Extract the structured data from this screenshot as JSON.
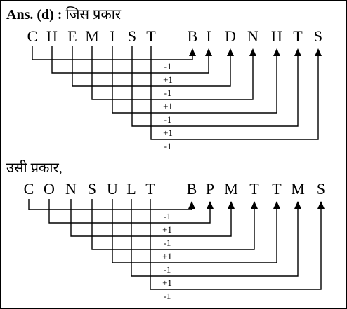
{
  "header1": {
    "prefix": "Ans. (d) :",
    "text": "जिस प्रकार"
  },
  "header2": {
    "text": "उसी प्रकार,"
  },
  "examples": [
    {
      "source": [
        "C",
        "H",
        "E",
        "M",
        "I",
        "S",
        "T"
      ],
      "result": [
        "B",
        "I",
        "D",
        "N",
        "H",
        "T",
        "S"
      ],
      "ops": [
        "-1",
        "+1",
        "-1",
        "+1",
        "-1",
        "+1",
        "-1"
      ]
    },
    {
      "source": [
        "C",
        "O",
        "N",
        "S",
        "U",
        "L",
        "T"
      ],
      "result": [
        "B",
        "P",
        "M",
        "T",
        "T",
        "M",
        "S"
      ],
      "ops": [
        "-1",
        "+1",
        "-1",
        "+1",
        "-1",
        "+1",
        "-1"
      ]
    }
  ]
}
